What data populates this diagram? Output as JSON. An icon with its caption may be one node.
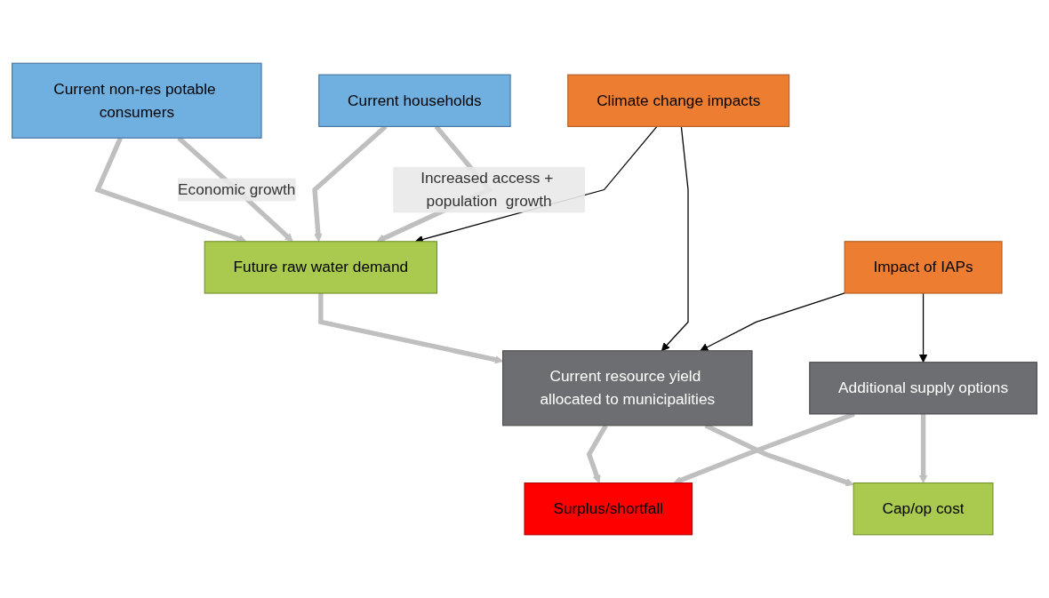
{
  "diagram": {
    "nodes": [
      {
        "text": [
          "Current non-res potable consumers"
        ]
      },
      {
        "text": [
          "Current households"
        ]
      },
      {
        "text": [
          "Future raw water demand"
        ]
      },
      {
        "text": [
          "Climate change impacts"
        ]
      },
      {
        "text": [
          "Current resource yield allocated to municipalities"
        ]
      },
      {
        "text": [
          "Impact of IAPs"
        ]
      },
      {
        "text": [
          "Surplus/shortfall"
        ]
      },
      {
        "text": [
          "Cap/op cost"
        ]
      },
      {
        "text": [
          "Additional supply options"
        ]
      }
    ],
    "edges": [
      {
        "from": 0,
        "to": 2,
        "arrow": "to"
      },
      {
        "from": 0,
        "to": 2,
        "arrow": "to",
        "label": "Economic growth"
      },
      {
        "from": 1,
        "to": 2,
        "arrow": "to"
      },
      {
        "from": 1,
        "to": 2,
        "arrow": "to",
        "label": "Increased access + population  growth"
      },
      {
        "from": 2,
        "to": 4,
        "arrow": "to"
      },
      {
        "from": 3,
        "to": 2,
        "arrow": "to",
        "color": "#000000"
      },
      {
        "from": 3,
        "to": 4,
        "arrow": "to",
        "color": "#000000"
      },
      {
        "from": 5,
        "to": 4,
        "arrow": "to",
        "color": "#000000"
      },
      {
        "from": 5,
        "to": 8,
        "arrow": "to",
        "color": "#000000"
      },
      {
        "from": 4,
        "to": 6,
        "arrow": "to"
      },
      {
        "from": 8,
        "to": 6,
        "arrow": "to"
      },
      {
        "from": 4,
        "to": 7,
        "arrow": "to"
      },
      {
        "from": 8,
        "to": 7,
        "arrow": "to"
      }
    ]
  }
}
